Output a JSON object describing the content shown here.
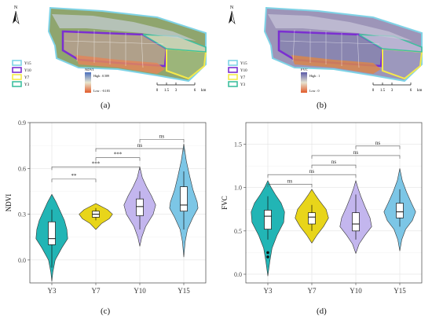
{
  "maps": [
    {
      "id": "a",
      "panel_label": "(a)",
      "north": "N",
      "legend_years": [
        "Y15",
        "Y10",
        "Y7",
        "Y3"
      ],
      "legend_colors": [
        "#7fd3e6",
        "#7b2fd1",
        "#f5e94a",
        "#3fbf9f"
      ],
      "index_title": "NDVI",
      "index_high": "High : 0.589",
      "index_low": "Low : -0.183",
      "scale_ticks": [
        "0",
        "1.5",
        "3",
        "6"
      ],
      "scale_unit": "km"
    },
    {
      "id": "b",
      "panel_label": "(b)",
      "north": "N",
      "legend_years": [
        "Y15",
        "Y10",
        "Y7",
        "Y3"
      ],
      "legend_colors": [
        "#7fd3e6",
        "#7b2fd1",
        "#f5e94a",
        "#3fbf9f"
      ],
      "index_title": "FVC",
      "index_high": "High : 1",
      "index_low": "Low : 0",
      "scale_ticks": [
        "0",
        "1.5",
        "3",
        "6"
      ],
      "scale_unit": "km"
    }
  ],
  "chart_data": [
    {
      "type": "violin",
      "panel_label": "(c)",
      "ylabel": "NDVI",
      "categories": [
        "Y3",
        "Y7",
        "Y10",
        "Y15"
      ],
      "colors": [
        "#22b5b5",
        "#e8d51a",
        "#c3b6ee",
        "#7cc6e6"
      ],
      "ylim": [
        -0.15,
        0.9
      ],
      "yticks": [
        "0.0",
        "0.3",
        "0.6",
        "0.9"
      ],
      "ytick_values": [
        0.0,
        0.3,
        0.6,
        0.9
      ],
      "boxes": [
        {
          "min": -0.05,
          "q1": 0.1,
          "median": 0.14,
          "q3": 0.25,
          "max": 0.33
        },
        {
          "min": 0.26,
          "q1": 0.28,
          "median": 0.3,
          "q3": 0.32,
          "max": 0.34
        },
        {
          "min": 0.2,
          "q1": 0.29,
          "median": 0.35,
          "q3": 0.4,
          "max": 0.45
        },
        {
          "min": 0.2,
          "q1": 0.32,
          "median": 0.36,
          "q3": 0.48,
          "max": 0.58
        }
      ],
      "violins": [
        {
          "lo": -0.14,
          "hi": 0.43,
          "shape": [
            [
              -0.14,
              0.0
            ],
            [
              -0.08,
              0.06
            ],
            [
              0.0,
              0.2
            ],
            [
              0.08,
              0.6
            ],
            [
              0.14,
              0.95
            ],
            [
              0.2,
              0.9
            ],
            [
              0.26,
              0.75
            ],
            [
              0.32,
              0.5
            ],
            [
              0.38,
              0.25
            ],
            [
              0.43,
              0.0
            ]
          ]
        },
        {
          "lo": 0.2,
          "hi": 0.37,
          "shape": [
            [
              0.2,
              0.0
            ],
            [
              0.24,
              0.35
            ],
            [
              0.27,
              0.8
            ],
            [
              0.3,
              1.0
            ],
            [
              0.33,
              0.7
            ],
            [
              0.35,
              0.35
            ],
            [
              0.37,
              0.0
            ]
          ]
        },
        {
          "lo": 0.09,
          "hi": 0.61,
          "shape": [
            [
              0.09,
              0.0
            ],
            [
              0.15,
              0.12
            ],
            [
              0.22,
              0.35
            ],
            [
              0.3,
              0.8
            ],
            [
              0.36,
              0.95
            ],
            [
              0.42,
              0.7
            ],
            [
              0.48,
              0.4
            ],
            [
              0.54,
              0.15
            ],
            [
              0.61,
              0.0
            ]
          ]
        },
        {
          "lo": 0.02,
          "hi": 0.76,
          "shape": [
            [
              0.02,
              0.0
            ],
            [
              0.12,
              0.08
            ],
            [
              0.2,
              0.22
            ],
            [
              0.28,
              0.55
            ],
            [
              0.34,
              0.85
            ],
            [
              0.38,
              0.8
            ],
            [
              0.46,
              0.55
            ],
            [
              0.55,
              0.35
            ],
            [
              0.65,
              0.15
            ],
            [
              0.76,
              0.0
            ]
          ]
        }
      ],
      "outliers": [],
      "brackets": [
        {
          "from": 0,
          "to": 1,
          "y": 0.53,
          "label": "**"
        },
        {
          "from": 0,
          "to": 2,
          "y": 0.61,
          "label": "***"
        },
        {
          "from": 1,
          "to": 2,
          "y": 0.67,
          "label": "***"
        },
        {
          "from": 1,
          "to": 3,
          "y": 0.73,
          "label": "ns"
        },
        {
          "from": 2,
          "to": 3,
          "y": 0.79,
          "label": "ns"
        }
      ]
    },
    {
      "type": "violin",
      "panel_label": "(d)",
      "ylabel": "FVC",
      "categories": [
        "Y3",
        "Y7",
        "Y10",
        "Y15"
      ],
      "colors": [
        "#22b5b5",
        "#e8d51a",
        "#c3b6ee",
        "#7cc6e6"
      ],
      "ylim": [
        -0.1,
        1.75
      ],
      "yticks": [
        "0.0",
        "0.5",
        "1.0",
        "1.5"
      ],
      "ytick_values": [
        0.0,
        0.5,
        1.0,
        1.5
      ],
      "boxes": [
        {
          "min": 0.4,
          "q1": 0.52,
          "median": 0.67,
          "q3": 0.74,
          "max": 0.9
        },
        {
          "min": 0.5,
          "q1": 0.58,
          "median": 0.66,
          "q3": 0.71,
          "max": 0.8
        },
        {
          "min": 0.4,
          "q1": 0.5,
          "median": 0.58,
          "q3": 0.71,
          "max": 0.92
        },
        {
          "min": 0.55,
          "q1": 0.65,
          "median": 0.72,
          "q3": 0.82,
          "max": 0.98
        }
      ],
      "violins": [
        {
          "lo": -0.02,
          "hi": 1.08,
          "shape": [
            [
              -0.02,
              0.0
            ],
            [
              0.15,
              0.12
            ],
            [
              0.3,
              0.25
            ],
            [
              0.45,
              0.55
            ],
            [
              0.6,
              0.95
            ],
            [
              0.72,
              1.0
            ],
            [
              0.82,
              0.8
            ],
            [
              0.92,
              0.45
            ],
            [
              1.0,
              0.2
            ],
            [
              1.08,
              0.0
            ]
          ]
        },
        {
          "lo": 0.36,
          "hi": 0.98,
          "shape": [
            [
              0.36,
              0.0
            ],
            [
              0.45,
              0.3
            ],
            [
              0.55,
              0.7
            ],
            [
              0.65,
              1.0
            ],
            [
              0.75,
              0.85
            ],
            [
              0.85,
              0.45
            ],
            [
              0.92,
              0.2
            ],
            [
              0.98,
              0.0
            ]
          ]
        },
        {
          "lo": 0.24,
          "hi": 1.08,
          "shape": [
            [
              0.24,
              0.0
            ],
            [
              0.35,
              0.2
            ],
            [
              0.45,
              0.55
            ],
            [
              0.55,
              0.95
            ],
            [
              0.65,
              0.85
            ],
            [
              0.78,
              0.55
            ],
            [
              0.9,
              0.3
            ],
            [
              1.0,
              0.12
            ],
            [
              1.08,
              0.0
            ]
          ]
        },
        {
          "lo": 0.27,
          "hi": 1.22,
          "shape": [
            [
              0.27,
              0.0
            ],
            [
              0.4,
              0.12
            ],
            [
              0.52,
              0.35
            ],
            [
              0.62,
              0.75
            ],
            [
              0.72,
              0.95
            ],
            [
              0.82,
              0.7
            ],
            [
              0.95,
              0.4
            ],
            [
              1.08,
              0.15
            ],
            [
              1.22,
              0.0
            ]
          ]
        }
      ],
      "outliers": [
        {
          "cat": 0,
          "y": 0.25
        },
        {
          "cat": 0,
          "y": 0.2
        }
      ],
      "brackets": [
        {
          "from": 0,
          "to": 1,
          "y": 1.04,
          "label": "ns"
        },
        {
          "from": 0,
          "to": 2,
          "y": 1.15,
          "label": "ns"
        },
        {
          "from": 1,
          "to": 2,
          "y": 1.26,
          "label": "ns"
        },
        {
          "from": 1,
          "to": 3,
          "y": 1.37,
          "label": "ns"
        },
        {
          "from": 2,
          "to": 3,
          "y": 1.48,
          "label": "ns"
        }
      ]
    }
  ]
}
